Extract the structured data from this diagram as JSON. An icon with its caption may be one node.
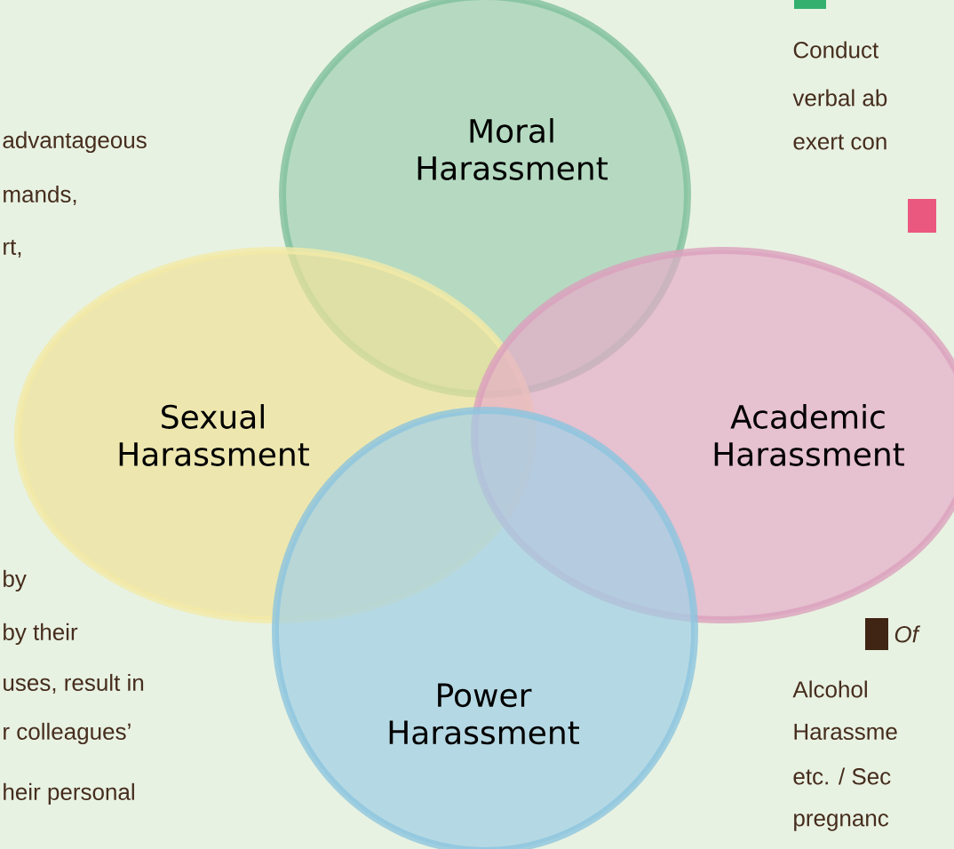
{
  "diagram": {
    "nodes": [
      {
        "text": [
          "Moral Harassment"
        ]
      },
      {
        "text": [
          "Sexual Harassment"
        ]
      },
      {
        "text": [
          "Academic Harassment"
        ]
      },
      {
        "text": [
          "Power Harassment"
        ]
      }
    ],
    "labels": [
      "advantageous",
      "mands,",
      "rt,",
      "by",
      "by their",
      "uses, result in",
      "r colleagues’",
      "heir personal",
      "Conduct",
      "verbal ab",
      "exert con",
      "Of",
      "Alcohol",
      "Harassme",
      "etc. / Sec",
      "pregnanc"
    ]
  }
}
